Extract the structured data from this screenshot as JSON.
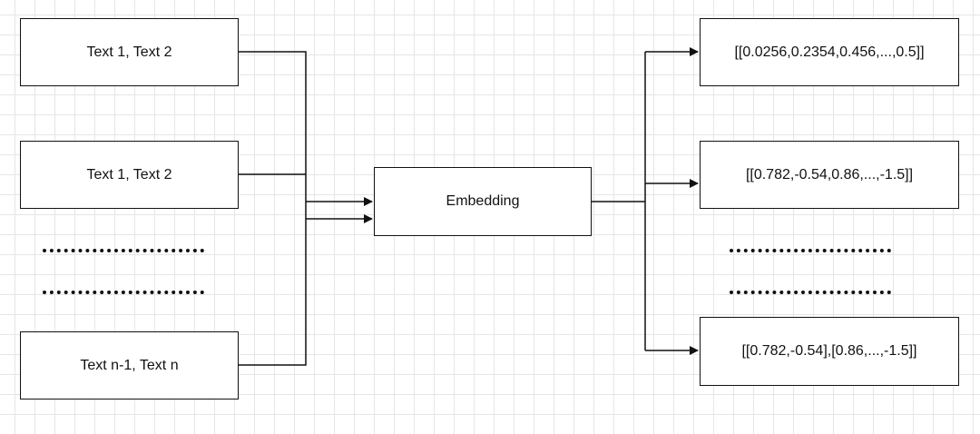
{
  "inputs": [
    "Text 1, Text 2",
    "Text 1, Text 2",
    "Text n-1, Text n"
  ],
  "center": "Embedding",
  "outputs": [
    "[[0.0256,0.2354,0.456,...,0.5]]",
    "[[0.782,-0.54,0.86,...,-1.5]]",
    "[[0.782,-0.54],[0.86,...,-1.5]]"
  ]
}
